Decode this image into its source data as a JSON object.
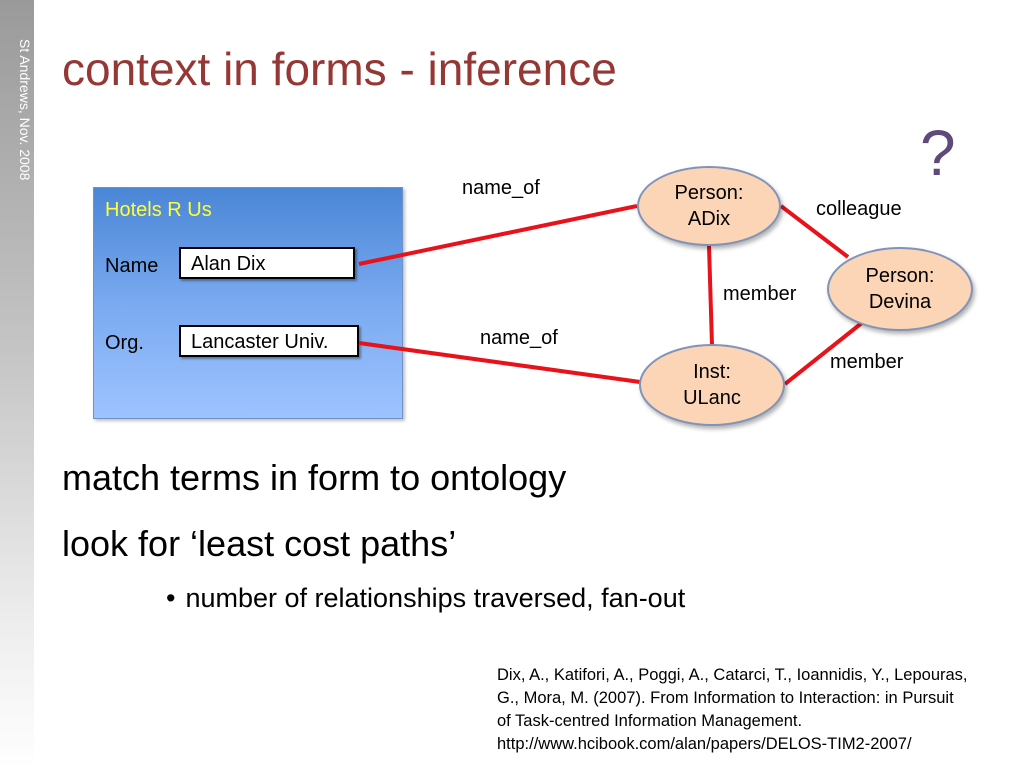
{
  "side_label": "St Andrews, Nov. 2008",
  "title": "context in forms - inference",
  "question_mark": "?",
  "form": {
    "title": "Hotels R Us",
    "fields": [
      {
        "label": "Name",
        "value": "Alan Dix"
      },
      {
        "label": "Org.",
        "value": "Lancaster Univ."
      }
    ]
  },
  "nodes": {
    "adix": {
      "line1": "Person:",
      "line2": "ADix"
    },
    "devina": {
      "line1": "Person:",
      "line2": "Devina"
    },
    "ulanc": {
      "line1": "Inst:",
      "line2": "ULanc"
    }
  },
  "edge_labels": {
    "name_of_top": "name_of",
    "name_of_bottom": "name_of",
    "colleague": "colleague",
    "member_vertical": "member",
    "member_diagonal": "member"
  },
  "colors": {
    "edge": "#e8121a",
    "title": "#953734",
    "node_fill": "#fbd5b5",
    "question": "#5f497a"
  },
  "bullets": [
    "match terms in form to ontology",
    "look for ‘least cost paths’"
  ],
  "sub_bullet": {
    "marker": "•",
    "text": "number of relationships traversed, fan-out"
  },
  "citation_lines": [
    "Dix, A., Katifori, A., Poggi, A., Catarci, T., Ioannidis, Y., Lepouras,",
    "G., Mora, M. (2007). From Information to Interaction: in Pursuit",
    "of Task-centred Information Management.",
    "http://www.hcibook.com/alan/papers/DELOS-TIM2-2007/"
  ]
}
